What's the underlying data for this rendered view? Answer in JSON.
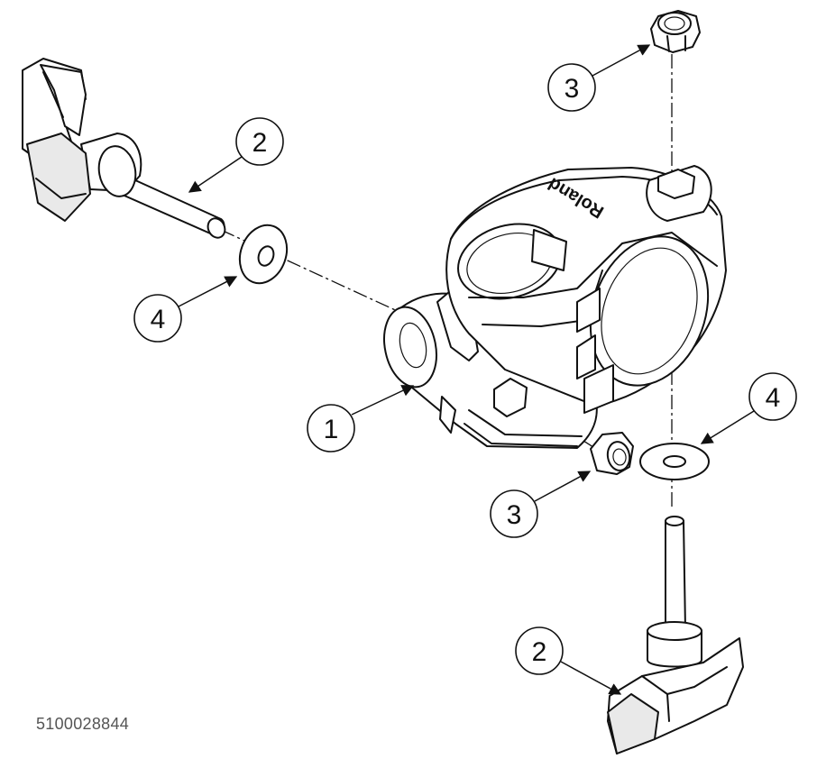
{
  "diagram": {
    "title": "Roland clamp exploded parts view",
    "brand_mark": "Roland",
    "part_number": "5100028844",
    "callouts": {
      "c1": "1",
      "c2a": "2",
      "c2b": "2",
      "c3a": "3",
      "c3b": "3",
      "c4a": "4",
      "c4b": "4"
    }
  },
  "colors": {
    "line": "#111111",
    "fill": "#ffffff",
    "shade": "#e9e9e9",
    "muted": "#555555"
  }
}
